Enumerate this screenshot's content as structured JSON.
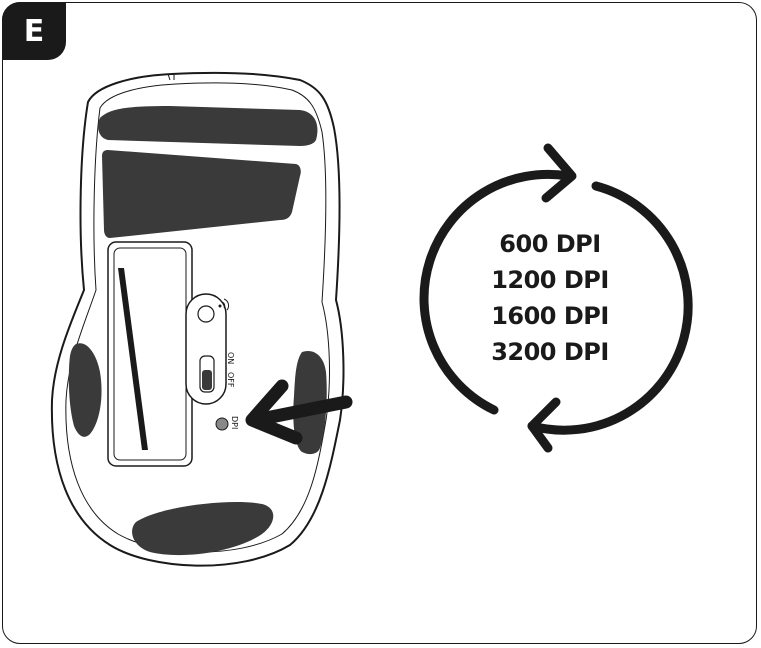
{
  "step": {
    "letter": "E"
  },
  "switch": {
    "on_label": "ON",
    "off_label": "OFF"
  },
  "button": {
    "label": "DPI"
  },
  "dpi_levels": [
    "600 DPI",
    "1200 DPI",
    "1600 DPI",
    "3200 DPI"
  ],
  "icons": [
    "wireless-signal-icon",
    "pointer-arrow-icon",
    "cycle-arrows-icon"
  ],
  "colors": {
    "ink": "#1a1a1a",
    "pad": "#3a3a3a",
    "button": "#888888"
  }
}
